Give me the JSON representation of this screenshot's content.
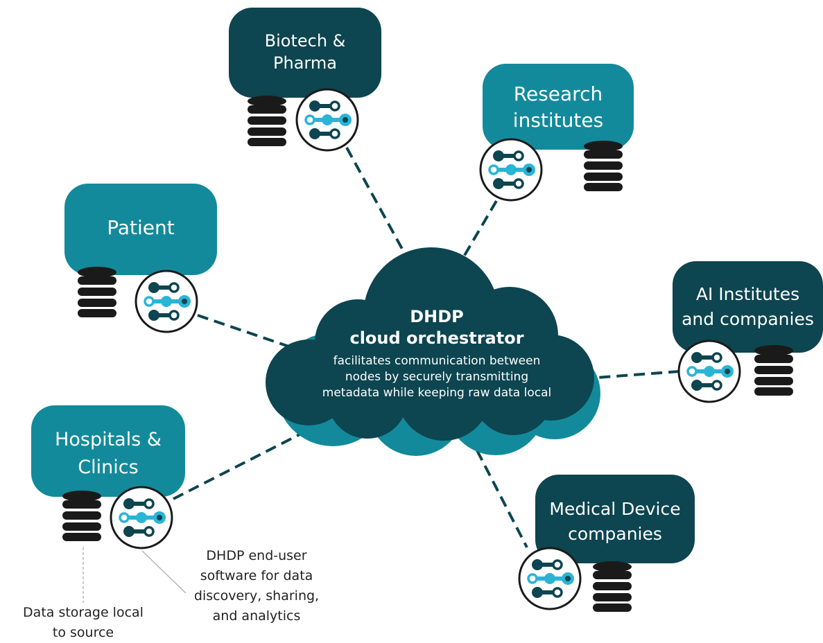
{
  "center": {
    "title_lines": [
      "DHDP",
      "cloud orchestrator"
    ],
    "description_lines": [
      "facilitates communication between",
      "nodes by securely transmitting",
      "metadata while keeping raw data local"
    ]
  },
  "nodes": {
    "biotech": {
      "lines": [
        "Biotech &",
        "Pharma"
      ]
    },
    "research": {
      "lines": [
        "Research",
        "institutes"
      ]
    },
    "patient": {
      "lines": [
        "Patient"
      ]
    },
    "ai": {
      "lines": [
        "AI Institutes",
        "and companies"
      ]
    },
    "hospitals": {
      "lines": [
        "Hospitals &",
        "Clinics"
      ]
    },
    "medical": {
      "lines": [
        "Medical Device",
        "companies"
      ]
    }
  },
  "annotations": {
    "storage_lines": [
      "Data storage local",
      "to source"
    ],
    "software_lines": [
      "DHDP end-user",
      "software for data",
      "discovery, sharing,",
      "and analytics"
    ]
  },
  "icons": {
    "node_icon": "dhdp-node-icon",
    "database_icon": "database-icon",
    "cloud_icon": "cloud-icon"
  },
  "colors": {
    "dark_teal": "#0d4550",
    "teal": "#138a9b",
    "light_blue": "#2ab4d6",
    "database": "#1a1a1a"
  }
}
